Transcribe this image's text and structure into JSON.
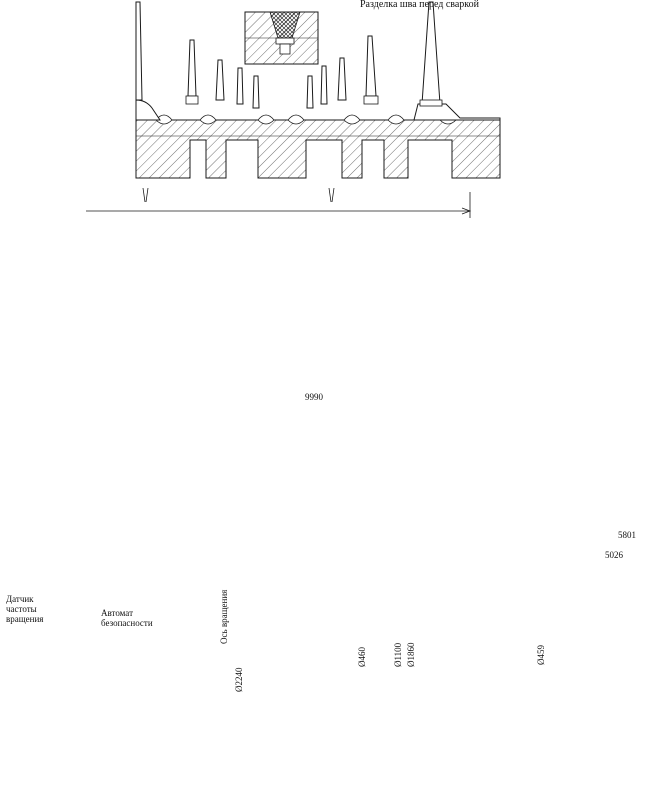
{
  "labels": {
    "weld_caption": "Разделка шва перед сваркой",
    "overall_length": "9990",
    "dim_5801": "5801",
    "dim_5026": "5026",
    "speed_sensor": "Датчик\nчастоты\nвращения",
    "safety_automat": "Автомат\nбезопасности",
    "rotor_axis": "Ось вращения"
  },
  "diameters": {
    "d_2240": "Ø2240",
    "d_460": "Ø460",
    "d_1100": "Ø1100",
    "d_1860": "Ø1860",
    "d_459": "Ø459"
  },
  "colors": {
    "line": "#1a1a1a",
    "background": "#ffffff"
  }
}
